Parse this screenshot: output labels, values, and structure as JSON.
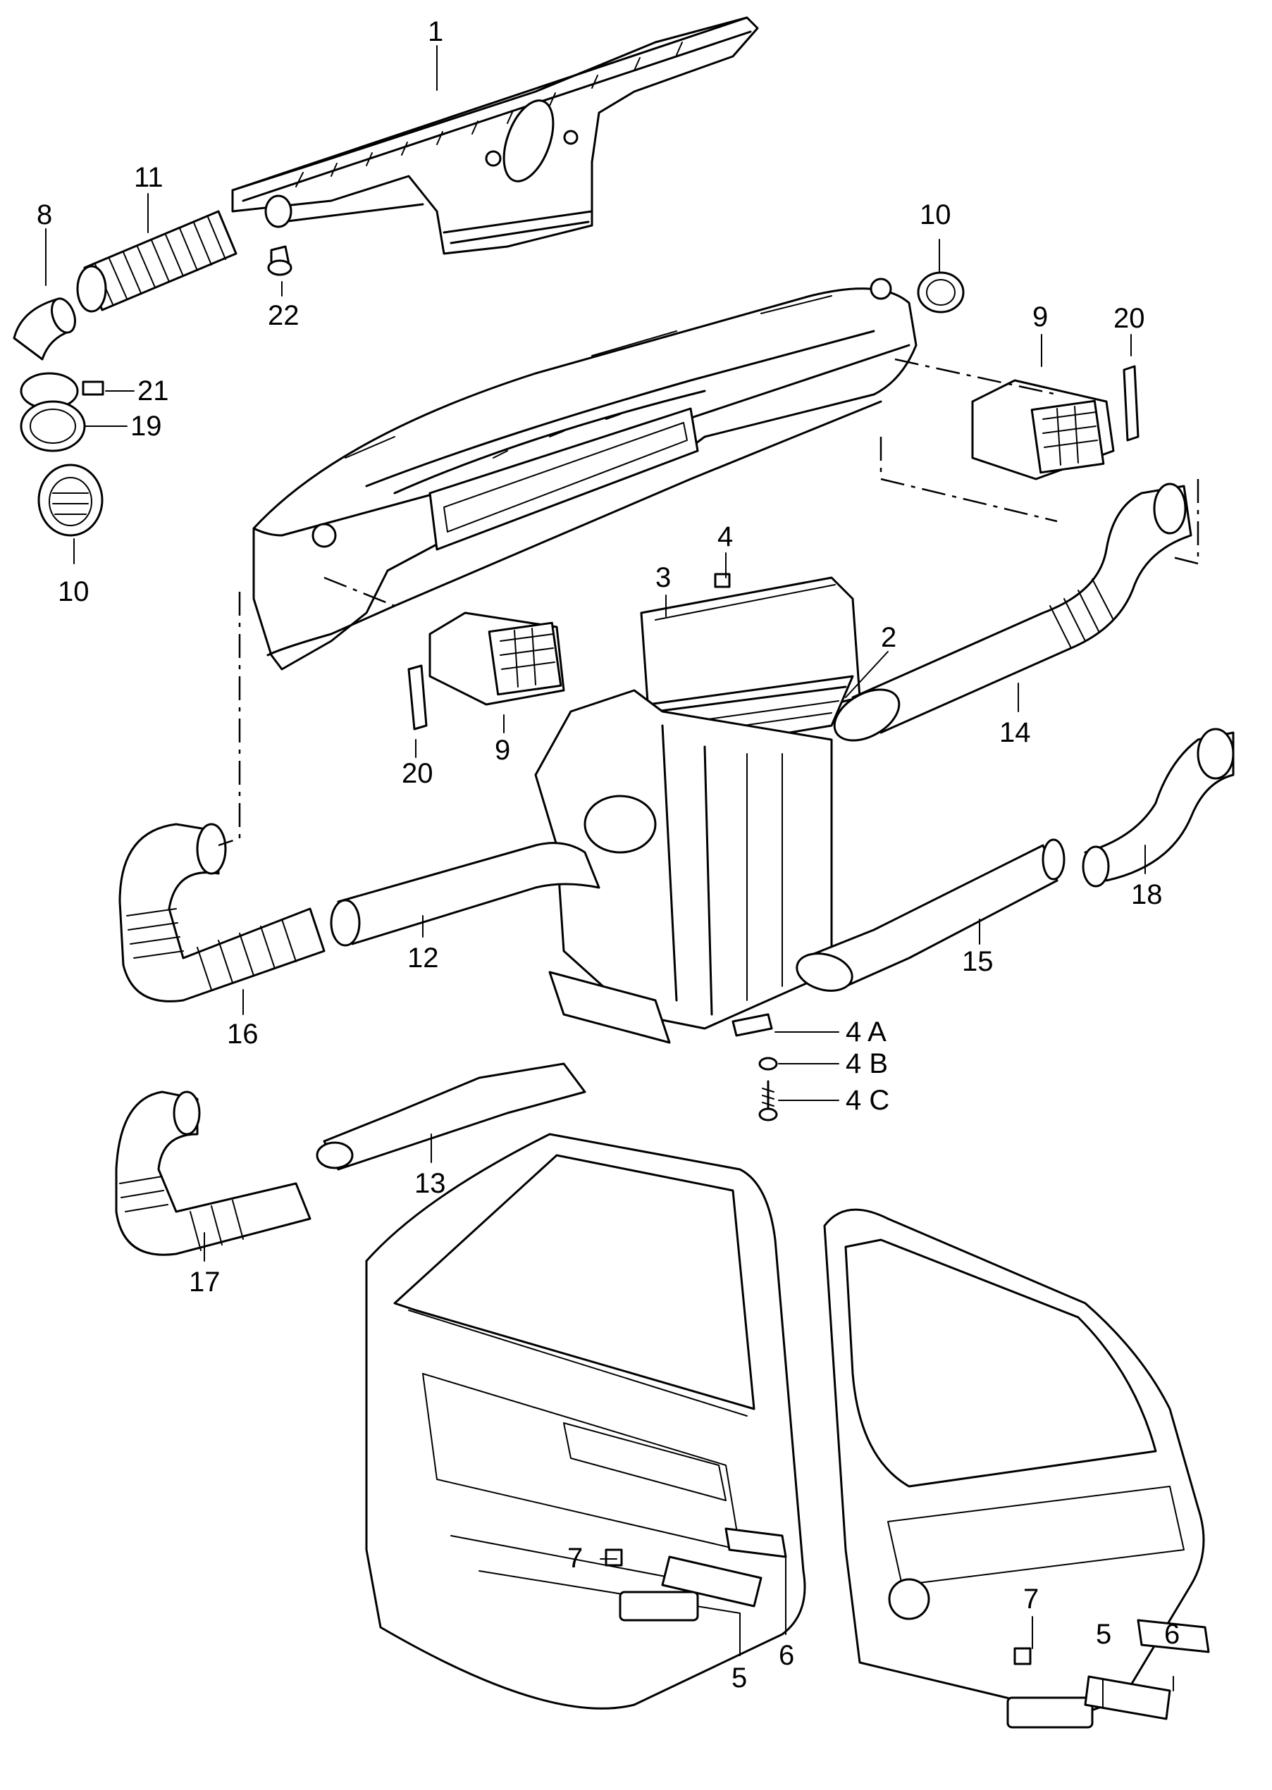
{
  "diagram": {
    "labels": {
      "p1": "1",
      "p2": "2",
      "p3": "3",
      "p4": "4",
      "p4a": "4 A",
      "p4b": "4 B",
      "p4c": "4 C",
      "p5a": "5",
      "p5b": "5",
      "p6a": "6",
      "p6b": "6",
      "p7a": "7",
      "p7b": "7",
      "p8": "8",
      "p9a": "9",
      "p9b": "9",
      "p10a": "10",
      "p10b": "10",
      "p11": "11",
      "p12": "12",
      "p13": "13",
      "p14": "14",
      "p15": "15",
      "p16": "16",
      "p17": "17",
      "p18": "18",
      "p19": "19",
      "p20a": "20",
      "p20b": "20",
      "p21": "21",
      "p22": "22"
    }
  }
}
